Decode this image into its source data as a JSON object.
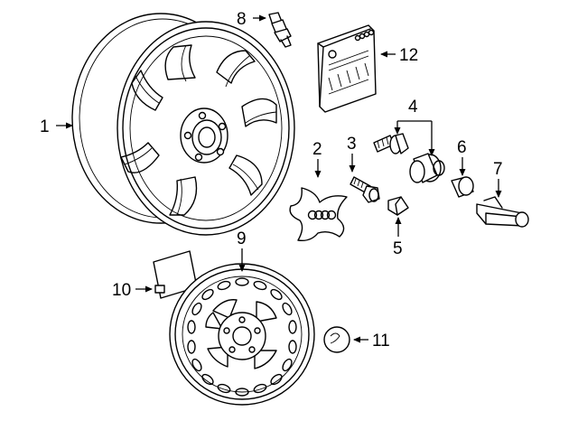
{
  "diagram": {
    "callouts": [
      {
        "id": "1",
        "label": "1"
      },
      {
        "id": "2",
        "label": "2"
      },
      {
        "id": "3",
        "label": "3"
      },
      {
        "id": "4",
        "label": "4"
      },
      {
        "id": "5",
        "label": "5"
      },
      {
        "id": "6",
        "label": "6"
      },
      {
        "id": "7",
        "label": "7"
      },
      {
        "id": "8",
        "label": "8"
      },
      {
        "id": "9",
        "label": "9"
      },
      {
        "id": "10",
        "label": "10"
      },
      {
        "id": "11",
        "label": "11"
      },
      {
        "id": "12",
        "label": "12"
      }
    ],
    "parts": {
      "alloy_wheel": "alloy-wheel",
      "center_cap": "center-cap",
      "wheel_bolt": "wheel-bolt",
      "lock_bolt_set": "lock-bolt-set",
      "bolt_cap": "bolt-cap",
      "lock_cap": "lock-cap",
      "removal_tool": "cap-removal-tool",
      "tpms_valve": "tire-pressure-valve",
      "steel_spare_wheel": "steel-spare-wheel",
      "label_tag": "label-tag",
      "round_label": "round-label",
      "bolt_kit_package": "bolt-kit-package"
    }
  }
}
